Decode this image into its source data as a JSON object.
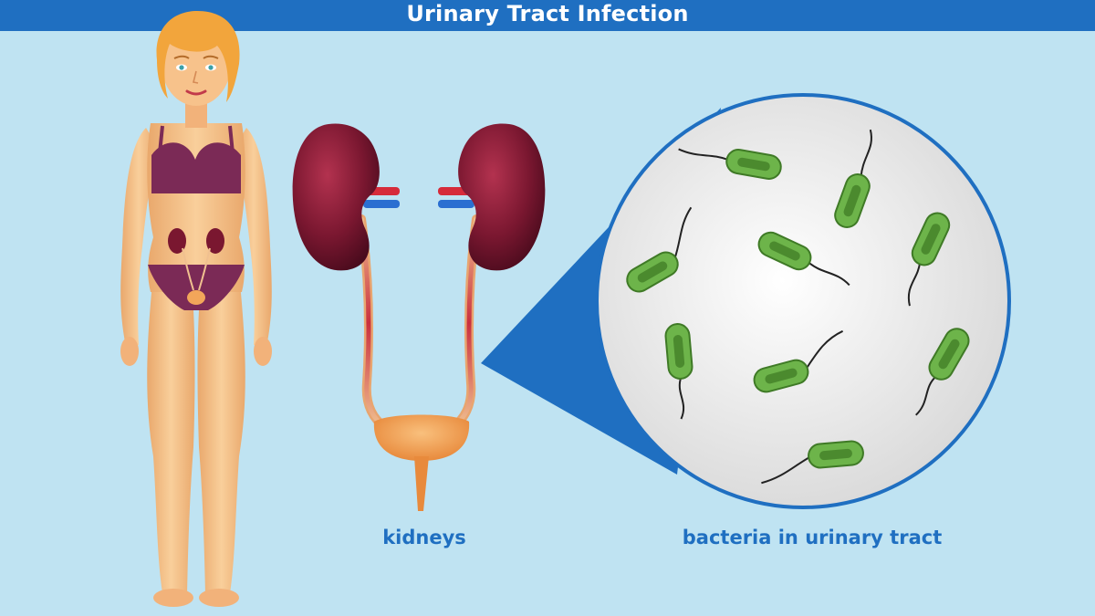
{
  "header": {
    "title": "Urinary Tract Infection",
    "background_color": "#1f6fc1",
    "text_color": "#ffffff"
  },
  "labels": {
    "kidneys": "kidneys",
    "bacteria": "bacteria in urinary tract"
  },
  "colors": {
    "background": "#bfe3f2",
    "label_text": "#1f6fc1",
    "kidney": "#7a1730",
    "ureter": "#e8a56f",
    "bladder": "#f2a65a",
    "bacteria": "#6db44a",
    "magnifier": "#e8e8e8",
    "skin": "#f7c28b",
    "hair": "#f2a53c",
    "underwear": "#7b2a56"
  },
  "icons": [
    "woman-figure",
    "kidney-left-icon",
    "kidney-right-icon",
    "bladder-icon",
    "magnifier-circle",
    "bacterium-icon"
  ]
}
